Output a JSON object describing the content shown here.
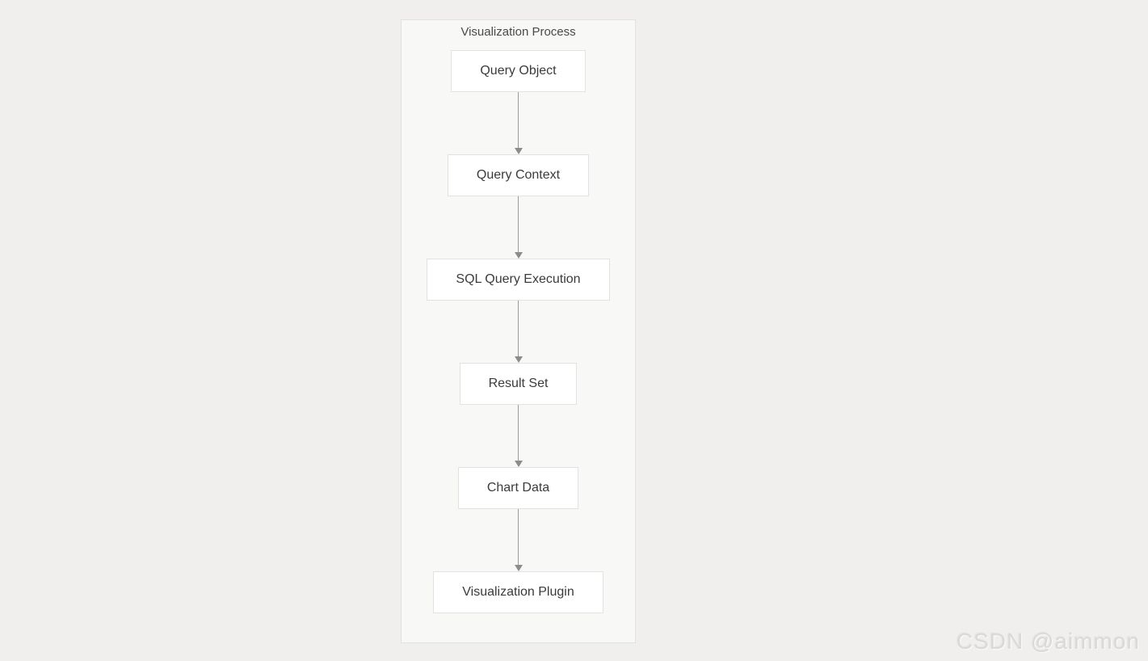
{
  "diagram": {
    "title": "Visualization Process",
    "nodes": [
      "Query Object",
      "Query Context",
      "SQL Query Execution",
      "Result Set",
      "Chart Data",
      "Visualization Plugin"
    ],
    "flow_direction": "top-down"
  },
  "watermark": {
    "text": "CSDN @aimmon"
  },
  "colors": {
    "page_bg": "#f0efed",
    "canvas_bg": "#f8f8f7",
    "canvas_border": "#e1e1e0",
    "node_bg": "#ffffff",
    "node_border": "#e2e2e2",
    "node_text": "#3b3b3b",
    "title_text": "#4a4a4a",
    "arrow": "#9b9b9b",
    "watermark_text": "#dbd9d7"
  }
}
